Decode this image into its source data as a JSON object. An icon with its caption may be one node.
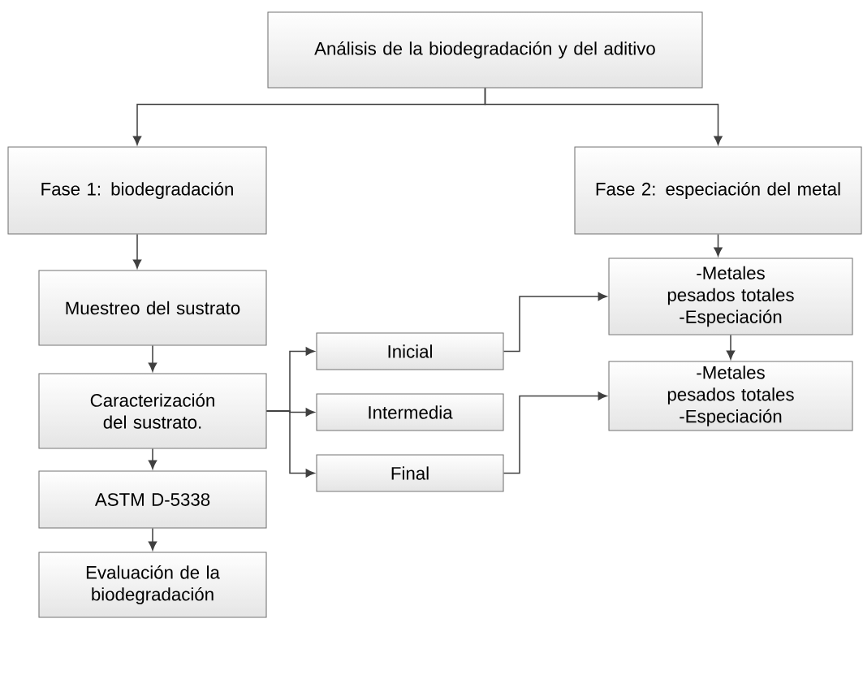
{
  "diagram": {
    "nodes": [
      {
        "text": [
          "Análisis de la biodegradación y del aditivo"
        ]
      },
      {
        "text": [
          "Fase 1: biodegradación"
        ]
      },
      {
        "text": [
          "Fase 2: especiación del metal"
        ]
      },
      {
        "text": [
          "Muestreo del sustrato"
        ]
      },
      {
        "text": [
          "Caracterización del sustrato."
        ]
      },
      {
        "text": [
          "ASTM D-5338"
        ]
      },
      {
        "text": [
          "Evaluación de la biodegradación"
        ]
      },
      {
        "text": [
          "Inicial"
        ]
      },
      {
        "text": [
          "Intermedia"
        ]
      },
      {
        "text": [
          "Final"
        ]
      },
      {
        "text": [
          "-Metales pesados totales -Especiación"
        ]
      },
      {
        "text": [
          "-Metales pesados totales -Especiación"
        ]
      }
    ],
    "edges": [
      {
        "from": 0,
        "to": 1,
        "arrow": "to"
      },
      {
        "from": 0,
        "to": 2,
        "arrow": "to"
      },
      {
        "from": 1,
        "to": 3,
        "arrow": "to"
      },
      {
        "from": 3,
        "to": 4,
        "arrow": "to"
      },
      {
        "from": 4,
        "to": 5,
        "arrow": "to"
      },
      {
        "from": 5,
        "to": 6,
        "arrow": "to"
      },
      {
        "from": 4,
        "to": 7,
        "arrow": "to"
      },
      {
        "from": 4,
        "to": 8,
        "arrow": "to"
      },
      {
        "from": 4,
        "to": 9,
        "arrow": "to"
      },
      {
        "from": 7,
        "to": 10,
        "arrow": "to"
      },
      {
        "from": 9,
        "to": 11,
        "arrow": "to"
      },
      {
        "from": 2,
        "to": 10,
        "arrow": "to"
      },
      {
        "from": 10,
        "to": 11,
        "arrow": "to"
      }
    ]
  }
}
